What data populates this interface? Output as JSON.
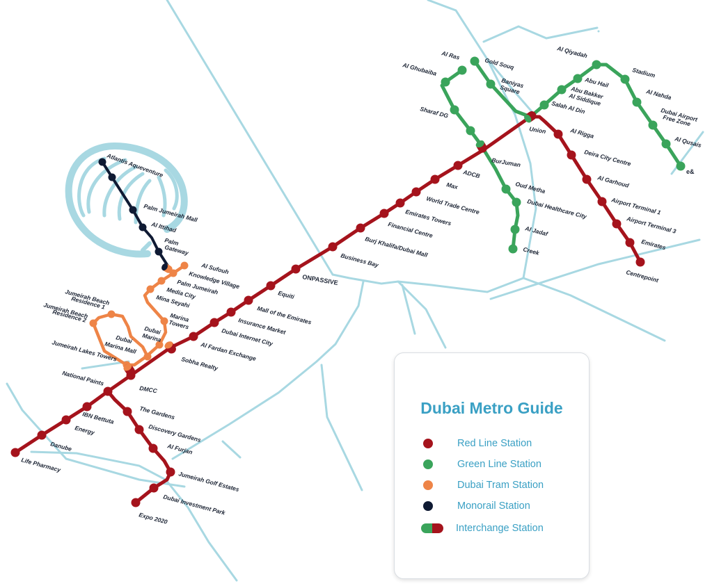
{
  "colors": {
    "red": "#a5131c",
    "green": "#3aa45b",
    "tram": "#ee8447",
    "monorail": "#0f1a33",
    "water": "#a8d8e2",
    "title": "#3aa0c4"
  },
  "labels": {
    "atlantis": "Atlantis Aqueventure",
    "palm_jumeirah_mall": "Palm Jumeirah Mall",
    "al_ittihad": "Al Ittihad",
    "palm_gateway_1": "Palm",
    "palm_gateway_2": "Gateway",
    "al_sufouh": "Al Sufouh",
    "knowledge_village": "Knowledge Village",
    "palm_jumeirah": "Palm Jumeirah",
    "media_city": "Media City",
    "mina_seyahi": "Mina Seyahi",
    "marina_towers_1": "Marina",
    "marina_towers_2": "Towers",
    "dubai_marina_1": "Dubai",
    "dubai_marina_2": "Marina",
    "dubai_marina_mall_1": "Dubai",
    "dubai_marina_mall_2": "Marina Mall",
    "jbr1_1": "Jumeirah Beach",
    "jbr1_2": "Residence 1",
    "jbr2_1": "Jumeirah Beach",
    "jbr2_2": "Residence 2",
    "jlt": "Jumeirah Lakes Towers",
    "national_paints": "National Paints",
    "dmcc": "DMCC",
    "sobha_realty": "Sobha Realty",
    "al_fardan_exchange": "Al Fardan Exchange",
    "dubai_internet_city": "Dubai Internet City",
    "insurance_market": "Insurance Market",
    "mall_of_the_emirates": "Mall of the Emirates",
    "equiti": "Equiti",
    "onpassive": "ONPASSIVE",
    "business_bay": "Business Bay",
    "burj_khalifa": "Burj Khalifa/Dubai Mall",
    "financial_centre": "Financial Centre",
    "emirates_towers": "Emirates Towers",
    "world_trade_centre": "World Trade Centre",
    "max": "Max",
    "adcb": "ADCB",
    "burjuman": "BurJuman",
    "union": "Union",
    "al_rigga": "Al Rigga",
    "deira_city_centre": "Deira City Centre",
    "al_garhoud": "Al Garhoud",
    "airport_t1": "Airport Terminal 1",
    "airport_t3": "Airport Terminal 3",
    "emirates": "Emirates",
    "centrepoint": "Centrepoint",
    "ibn_battuta": "IBN Bettuta",
    "energy": "Energy",
    "danube": "Danube",
    "life_pharmacy": "Life Pharmacy",
    "the_gardens": "The Gardens",
    "discovery_gardens": "Discovery Gardens",
    "al_furjan": "Al Furjan",
    "jumeirah_golf_estates": "Jumeirah Golf Estates",
    "dubai_investment_park": "Dubai Investment Park",
    "expo_2020": "Expo 2020",
    "al_ras": "Al Ras",
    "al_ghubaiba": "Al Ghubaiba",
    "sharaf_dg": "Sharaf DG",
    "gold_souq": "Gold Souq",
    "baniyas_1": "Baniyas",
    "baniyas_2": "Square",
    "al_qiyadah": "Al Qiyadah",
    "abu_hail": "Abu Hail",
    "abu_bakr_1": "Abu Bakker",
    "abu_bakr_2": "Al Siddique",
    "salah_al_din": "Salah Al Din",
    "stadium": "Stadium",
    "al_nahda": "Al Nahda",
    "dafz_1": "Dubai Airport",
    "dafz_2": "Free Zone",
    "al_qusais": "Al Qusais",
    "e_and": "e&",
    "oud_metha": "Oud Metha",
    "dubai_healthcare_city": "Dubai Healthcare City",
    "al_jadaf": "Al Jadaf",
    "creek": "Creek"
  },
  "legend": {
    "title": "Dubai Metro Guide",
    "items": [
      {
        "label": "Red Line Station",
        "kind": "red"
      },
      {
        "label": "Green Line Station",
        "kind": "green"
      },
      {
        "label": "Dubai Tram Station",
        "kind": "tram"
      },
      {
        "label": "Monorail Station",
        "kind": "monorail"
      },
      {
        "label": "Interchange Station",
        "kind": "interchange"
      }
    ]
  }
}
